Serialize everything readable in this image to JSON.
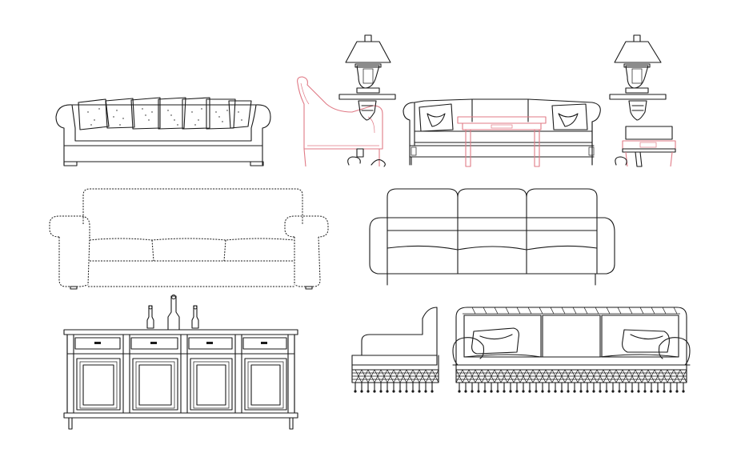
{
  "colors": {
    "background": "#ffffff",
    "ink": "#1a1a1a",
    "accent": "#e07a86"
  },
  "objects": [
    {
      "id": "sofa-cushions",
      "icon": "sofa-with-cushions-icon"
    },
    {
      "id": "living-set",
      "icon": "classic-living-room-set-icon"
    },
    {
      "id": "rolled-arm-sofa",
      "icon": "rolled-arm-sofa-icon"
    },
    {
      "id": "modern-sofa",
      "icon": "modern-three-seat-sofa-icon"
    },
    {
      "id": "sideboard",
      "icon": "sideboard-cabinet-icon"
    },
    {
      "id": "fringe-sofa-set",
      "icon": "fringed-sofa-set-icon"
    }
  ]
}
